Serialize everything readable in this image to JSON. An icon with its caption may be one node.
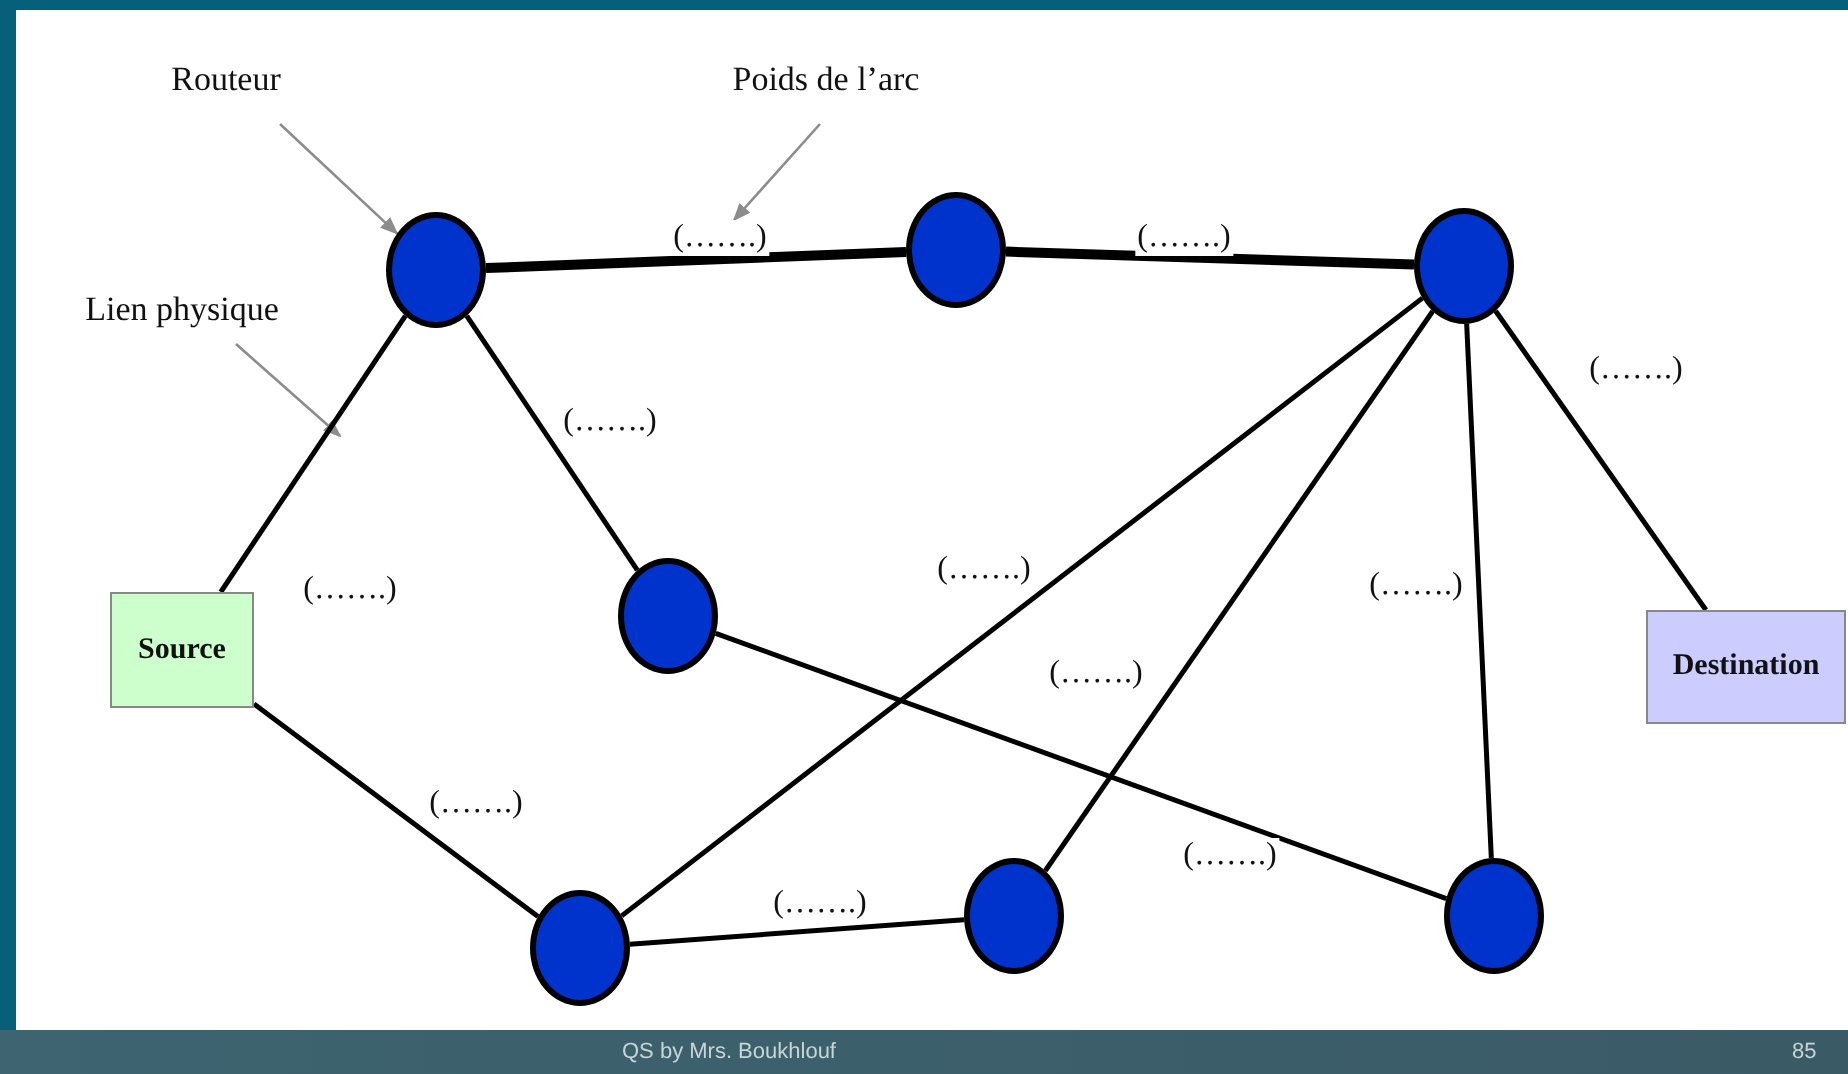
{
  "diagram": {
    "nodes": [
      {
        "text": [
          "Routeur"
        ]
      },
      {
        "text": [
          "Poids de l’arc"
        ]
      },
      {
        "text": [
          "Lien physique"
        ]
      },
      {
        "text": [],
        "shape": "circle"
      },
      {
        "text": [],
        "shape": "circle"
      },
      {
        "text": [],
        "shape": "circle"
      },
      {
        "text": [],
        "shape": "circle"
      },
      {
        "text": [
          "Source"
        ]
      },
      {
        "text": [
          "Destination"
        ]
      },
      {
        "text": [],
        "shape": "circle"
      },
      {
        "text": [],
        "shape": "circle"
      },
      {
        "text": [],
        "shape": "circle"
      }
    ],
    "edges": [
      {
        "from": 0,
        "to": 3,
        "arrow": "to",
        "color": "#8c8c8c"
      },
      {
        "from": 1,
        "to": null,
        "arrow": "to",
        "color": "#8c8c8c"
      },
      {
        "from": 2,
        "to": null,
        "arrow": "to",
        "color": "#8c8c8c"
      },
      {
        "from": 3,
        "to": 4,
        "arrow": "none",
        "style": "thick",
        "label": "(…….)"
      },
      {
        "from": 4,
        "to": 5,
        "arrow": "none",
        "style": "thick",
        "label": "(…….)"
      },
      {
        "from": 7,
        "to": 3,
        "arrow": "none",
        "label": "(…….)"
      },
      {
        "from": 3,
        "to": 6,
        "arrow": "none",
        "label": "(…….)"
      },
      {
        "from": 7,
        "to": 9,
        "arrow": "none",
        "label": "(…….)"
      },
      {
        "from": 5,
        "to": 8,
        "arrow": "none",
        "label": "(…….)"
      },
      {
        "from": 5,
        "to": 9,
        "arrow": "none",
        "label": "(…….)"
      },
      {
        "from": 5,
        "to": 10,
        "arrow": "none",
        "label": "(…….)"
      },
      {
        "from": 5,
        "to": 11,
        "arrow": "none",
        "label": "(…….)"
      },
      {
        "from": 6,
        "to": 11,
        "arrow": "none",
        "label": "(…….)"
      },
      {
        "from": 9,
        "to": 10,
        "arrow": "none",
        "label": "(…….)"
      }
    ],
    "labels": [
      "QS by Mrs. Boukhlouf",
      "85"
    ]
  }
}
